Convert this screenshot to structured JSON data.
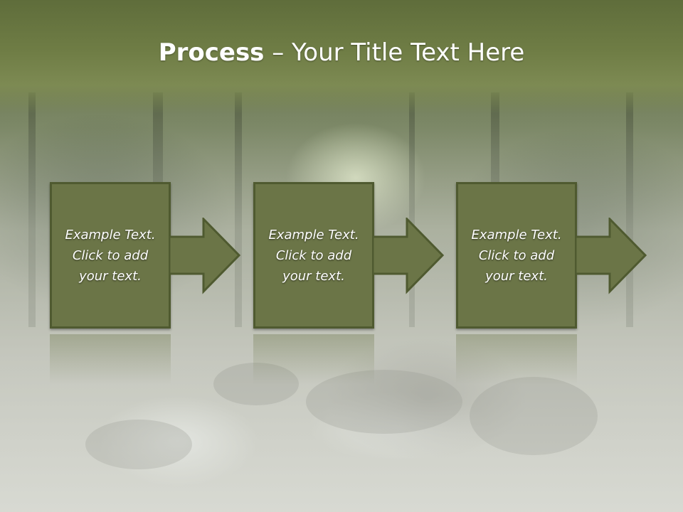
{
  "slide": {
    "title_bold": "Process",
    "title_rest": " – Your Title Text Here",
    "colors": {
      "title_band": "#6f7d45",
      "box_fill": "#6b7547",
      "box_border": "#4f5a30",
      "text": "#ffffff"
    }
  },
  "steps": [
    {
      "text": "Example Text.\nClick  to add\nyour text.",
      "icon": "right-arrow-icon"
    },
    {
      "text": "Example Text.\nClick  to add\nyour text.",
      "icon": "right-arrow-icon"
    },
    {
      "text": "Example Text.\nClick  to add\nyour text.",
      "icon": "right-arrow-icon"
    }
  ]
}
